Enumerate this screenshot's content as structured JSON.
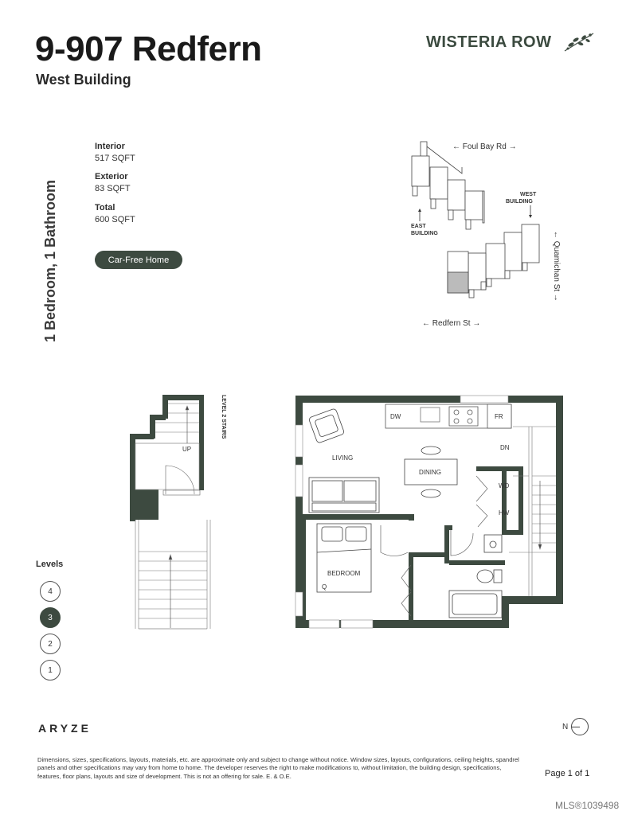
{
  "header": {
    "unit_title": "9-907 Redfern",
    "building": "West Building",
    "brand": "WISTERIA ROW",
    "brand_icon": "wisteria-flower-icon"
  },
  "unit_type": "1 Bedroom, 1 Bathroom",
  "specs": [
    {
      "label": "Interior",
      "value": "517 SQFT"
    },
    {
      "label": "Exterior",
      "value": "83 SQFT"
    },
    {
      "label": "Total",
      "value": "600 SQFT"
    }
  ],
  "badge": "Car-Free Home",
  "site_map": {
    "top_street": "← Foul Bay Rd →",
    "bottom_street": "← Redfern St →",
    "right_street": "← Quamichan St →",
    "west_label_1": "WEST",
    "west_label_2": "BUILDING",
    "east_label_1": "EAST",
    "east_label_2": "BUILDING"
  },
  "stairs_plan": {
    "label": "LEVEL 2 STAIRS",
    "up_top": "UP",
    "up_bottom": "UP"
  },
  "floor_plan": {
    "dw": "DW",
    "fr": "FR",
    "dn": "DN",
    "living": "LIVING",
    "dining": "DINING",
    "wd": "WD",
    "hw": "HW",
    "bedroom": "BEDROOM",
    "q": "Q"
  },
  "levels": {
    "label": "Levels",
    "items": [
      "4",
      "3",
      "2",
      "1"
    ],
    "active": "3"
  },
  "footer": {
    "developer": "ARYZE",
    "north_label": "N",
    "disclaimer": "Dimensions, sizes, specifications, layouts, materials, etc. are approximate only and subject to change without notice. Window sizes, layouts, configurations, ceiling heights, spandrel panels and other specifications may vary from home to home. The developer reserves the right to make modifications to, without limitation, the building design, specifications, features, floor plans, layouts and size of development. This is not an offering for sale. E. & O.E.",
    "page": "Page 1 of 1",
    "mls": "MLS®1039498"
  },
  "colors": {
    "accent": "#3d4a40",
    "wall": "#3d4a40"
  }
}
